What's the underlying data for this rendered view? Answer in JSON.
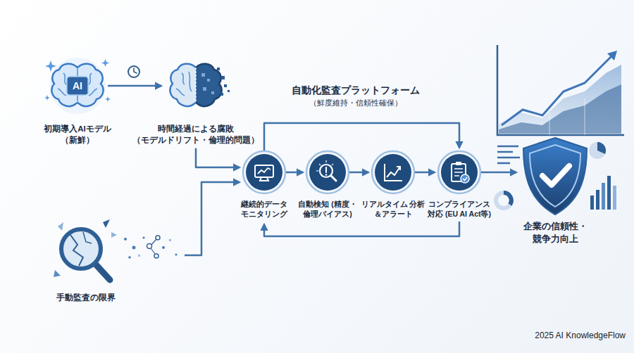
{
  "diagram": {
    "nodes": [
      {
        "text": [
          "AI",
          "初期導入AIモデル （新鮮）"
        ]
      },
      {
        "text": [
          "時間経過による腐敗 （モデルドリフト・倫理的問題）"
        ]
      },
      {
        "text": [
          "手動監査の限界"
        ]
      },
      {
        "text": [
          "継続的データ モニタリング"
        ]
      },
      {
        "text": [
          "自動検知 (精度・倫理バイアス)"
        ]
      },
      {
        "text": [
          "リアルタイム 分析＆アラート"
        ]
      },
      {
        "text": [
          "コンプライアンス 対応 (EU AI Act等)"
        ]
      },
      {
        "text": [
          "企業の信頼性・ 競争力向上"
        ]
      }
    ],
    "edges": [
      {
        "from": 0,
        "to": 1,
        "arrow": "to"
      },
      {
        "from": 1,
        "to": 3,
        "arrow": "to"
      },
      {
        "from": 2,
        "to": 3,
        "arrow": "to"
      },
      {
        "from": 3,
        "to": 4,
        "arrow": "to"
      },
      {
        "from": 4,
        "to": 5,
        "arrow": "to"
      },
      {
        "from": 5,
        "to": 6,
        "arrow": "to"
      },
      {
        "from": 6,
        "to": 7,
        "arrow": "to"
      },
      {
        "from": 3,
        "to": 6,
        "arrow": "to"
      },
      {
        "from": 6,
        "to": 3,
        "arrow": "to"
      }
    ],
    "labels": [
      "自動化監査プラットフォーム",
      "（鮮度維持・信頼性確保）",
      "2025 AI KnowledgeFlow"
    ]
  }
}
